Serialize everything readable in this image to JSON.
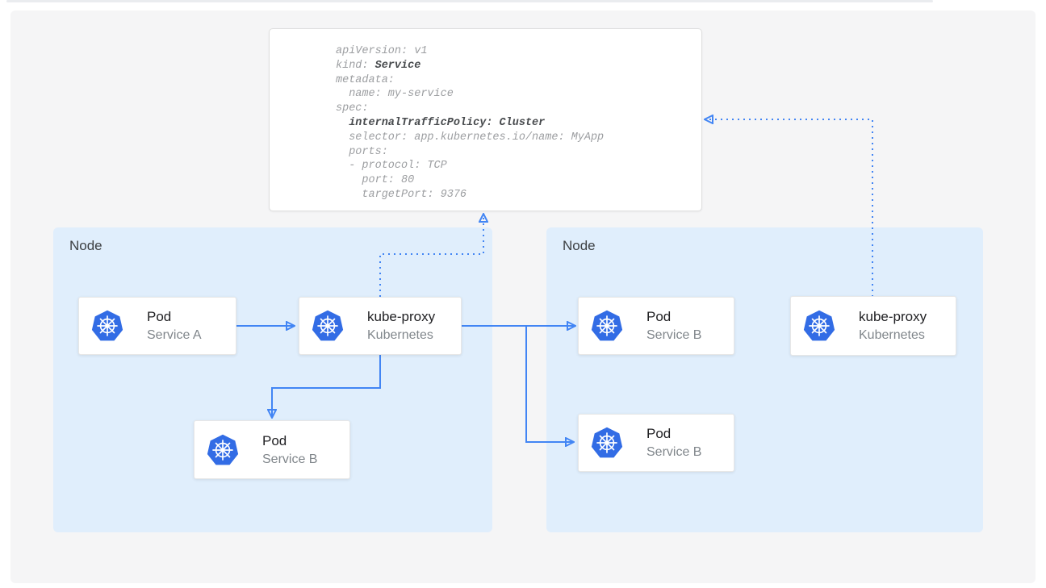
{
  "yaml_card": {
    "lines": [
      {
        "pre": "apiVersion: v1",
        "bold": ""
      },
      {
        "pre": "kind: ",
        "bold": "Service"
      },
      {
        "pre": "metadata:",
        "bold": ""
      },
      {
        "pre": "  name: my-service",
        "bold": ""
      },
      {
        "pre": "spec:",
        "bold": ""
      },
      {
        "pre": "  ",
        "bold": "internalTrafficPolicy: Cluster"
      },
      {
        "pre": "  selector: app.kubernetes.io/name: MyApp",
        "bold": ""
      },
      {
        "pre": "  ports:",
        "bold": ""
      },
      {
        "pre": "  - protocol: TCP",
        "bold": ""
      },
      {
        "pre": "    port: 80",
        "bold": ""
      },
      {
        "pre": "    targetPort: 9376",
        "bold": ""
      }
    ]
  },
  "nodes": [
    {
      "label": "Node",
      "cards": [
        {
          "title": "Pod",
          "subtitle": "Service A",
          "icon": "kubernetes-helm-wheel"
        },
        {
          "title": "kube-proxy",
          "subtitle": "Kubernetes",
          "icon": "kubernetes-helm-wheel"
        },
        {
          "title": "Pod",
          "subtitle": "Service B",
          "icon": "kubernetes-helm-wheel"
        }
      ]
    },
    {
      "label": "Node",
      "cards": [
        {
          "title": "Pod",
          "subtitle": "Service B",
          "icon": "kubernetes-helm-wheel"
        },
        {
          "title": "kube-proxy",
          "subtitle": "Kubernetes",
          "icon": "kubernetes-helm-wheel"
        },
        {
          "title": "Pod",
          "subtitle": "Service B",
          "icon": "kubernetes-helm-wheel"
        }
      ]
    }
  ],
  "colors": {
    "arrow_blue": "#4285F4",
    "kubernetes_blue": "#326CE5",
    "node_fill": "#E0EEFC",
    "canvas_bg": "#F5F5F6",
    "code_gray": "#9C9EA1",
    "code_bold": "#474A4D"
  }
}
